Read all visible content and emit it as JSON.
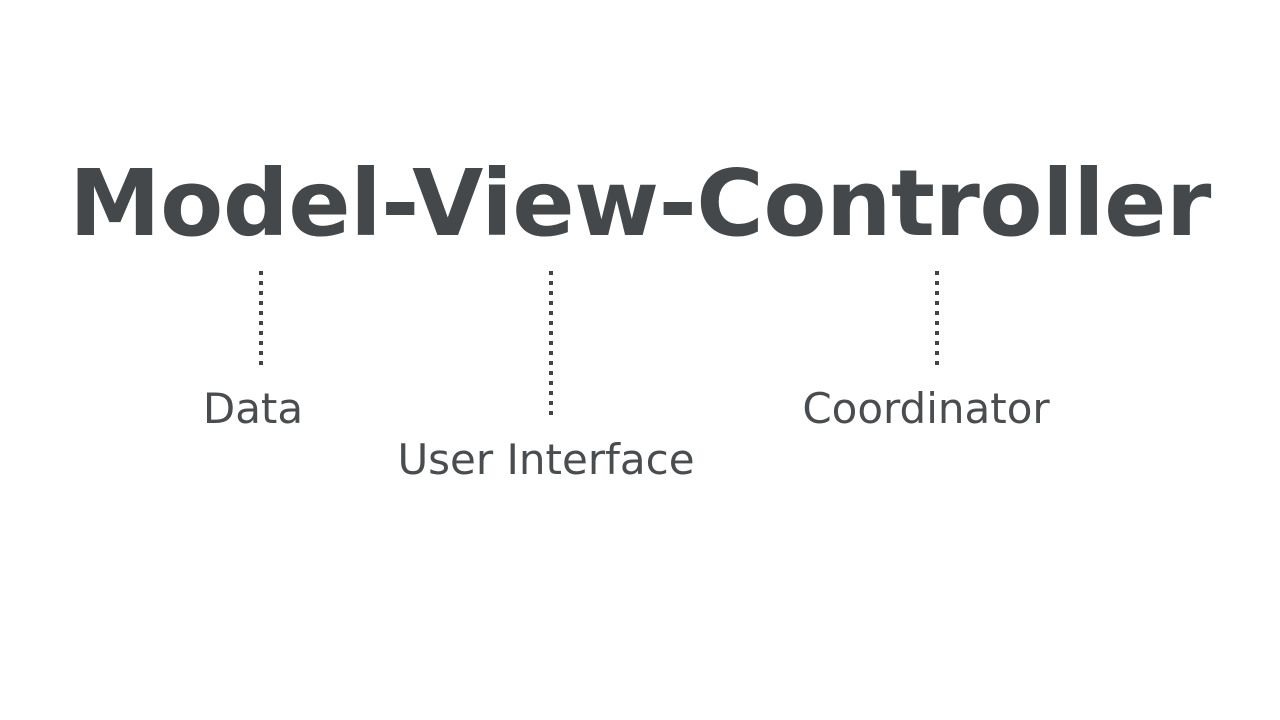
{
  "slide": {
    "background_color": "#ffffff",
    "text_color": "#45484b",
    "connector_color": "#414447",
    "title": "Model-View-Controller"
  },
  "diagram": {
    "type": "annotated-term-breakdown",
    "term": "Model-View-Controller",
    "parts": [
      {
        "id": "model",
        "term_segment": "Model",
        "label": "Data",
        "connector": "dotted-vertical-line"
      },
      {
        "id": "view",
        "term_segment": "View",
        "label": "User Interface",
        "connector": "dotted-vertical-line"
      },
      {
        "id": "controller",
        "term_segment": "Controller",
        "label": "Coordinator",
        "connector": "dotted-vertical-line"
      }
    ]
  }
}
